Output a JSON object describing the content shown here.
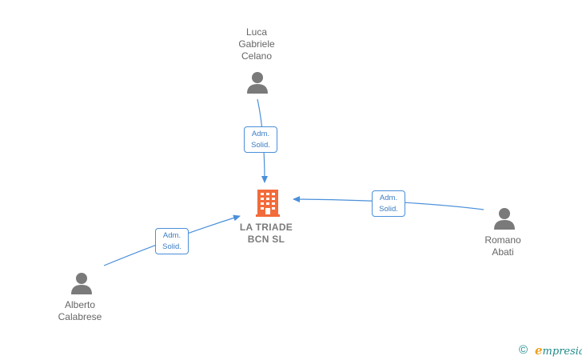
{
  "company": {
    "name": "LA TRIADE\nBCN  SL",
    "icon": "building-icon",
    "icon_color": "#f26b3a"
  },
  "people": [
    {
      "id": "luca",
      "name": "Luca\nGabriele\nCelano",
      "icon": "person-icon"
    },
    {
      "id": "romano",
      "name": "Romano\nAbati",
      "icon": "person-icon"
    },
    {
      "id": "alberto",
      "name": "Alberto\nCalabrese",
      "icon": "person-icon"
    }
  ],
  "edges": [
    {
      "from": "luca",
      "label": "Adm.\nSolid."
    },
    {
      "from": "romano",
      "label": "Adm.\nSolid."
    },
    {
      "from": "alberto",
      "label": "Adm.\nSolid."
    }
  ],
  "colors": {
    "edge": "#4a90d9",
    "person": "#7a7a7a"
  },
  "footer": {
    "copyright": "©",
    "brand_first": "e",
    "brand_rest": "mpresia"
  }
}
